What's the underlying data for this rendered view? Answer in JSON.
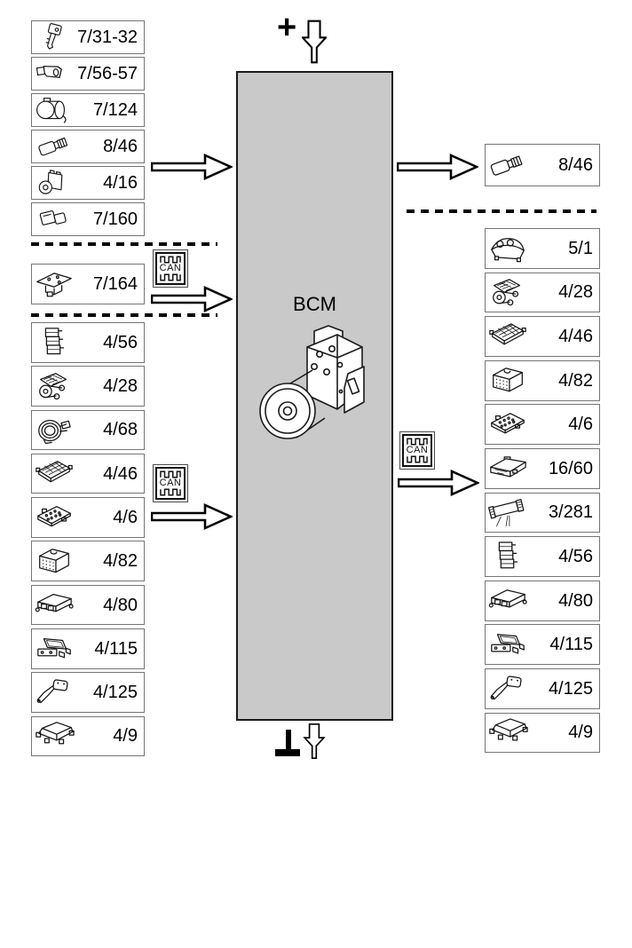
{
  "labels": {
    "bcm": "BCM",
    "can": "CAN",
    "plus": "+"
  },
  "colors": {
    "bcm_fill": "#c9c9c9",
    "box_border": "#757575",
    "line": "#000000",
    "background": "#ffffff"
  },
  "left_top_components": [
    {
      "label": "7/31-32",
      "icon": "key-icon"
    },
    {
      "label": "7/56-57",
      "icon": "transponder-icon"
    },
    {
      "label": "7/124",
      "icon": "motor-cylinder-icon"
    },
    {
      "label": "8/46",
      "icon": "bulb-icon"
    },
    {
      "label": "4/16",
      "icon": "pump-unit-icon"
    },
    {
      "label": "7/160",
      "icon": "relay-icon"
    }
  ],
  "left_mid_components": [
    {
      "label": "7/164",
      "icon": "bracket-plate-icon"
    }
  ],
  "left_bottom_components": [
    {
      "label": "4/56",
      "icon": "connector-stack-icon"
    },
    {
      "label": "4/28",
      "icon": "damper-motor-icon"
    },
    {
      "label": "4/68",
      "icon": "clockspring-icon"
    },
    {
      "label": "4/46",
      "icon": "pin-grid-ecu-icon"
    },
    {
      "label": "4/6",
      "icon": "pin-plate-icon"
    },
    {
      "label": "4/82",
      "icon": "heatsink-module-icon"
    },
    {
      "label": "4/80",
      "icon": "flat-ecu-icon"
    },
    {
      "label": "4/115",
      "icon": "bracket-module-icon"
    },
    {
      "label": "4/125",
      "icon": "arm-sensor-icon"
    },
    {
      "label": "4/9",
      "icon": "large-module-icon"
    }
  ],
  "right_top_components": [
    {
      "label": "8/46",
      "icon": "bulb-icon"
    }
  ],
  "right_bottom_components": [
    {
      "label": "5/1",
      "icon": "instrument-cluster-icon"
    },
    {
      "label": "4/28",
      "icon": "damper-motor-icon"
    },
    {
      "label": "4/46",
      "icon": "pin-grid-ecu-icon"
    },
    {
      "label": "4/82",
      "icon": "heatsink-module-icon"
    },
    {
      "label": "4/6",
      "icon": "pin-plate-icon"
    },
    {
      "label": "16/60",
      "icon": "large-ecu-icon"
    },
    {
      "label": "3/281",
      "icon": "connector-strip-icon"
    },
    {
      "label": "4/56",
      "icon": "connector-stack-icon"
    },
    {
      "label": "4/80",
      "icon": "flat-ecu-icon"
    },
    {
      "label": "4/115",
      "icon": "bracket-module-icon"
    },
    {
      "label": "4/125",
      "icon": "arm-sensor-icon"
    },
    {
      "label": "4/9",
      "icon": "large-module-icon"
    }
  ]
}
